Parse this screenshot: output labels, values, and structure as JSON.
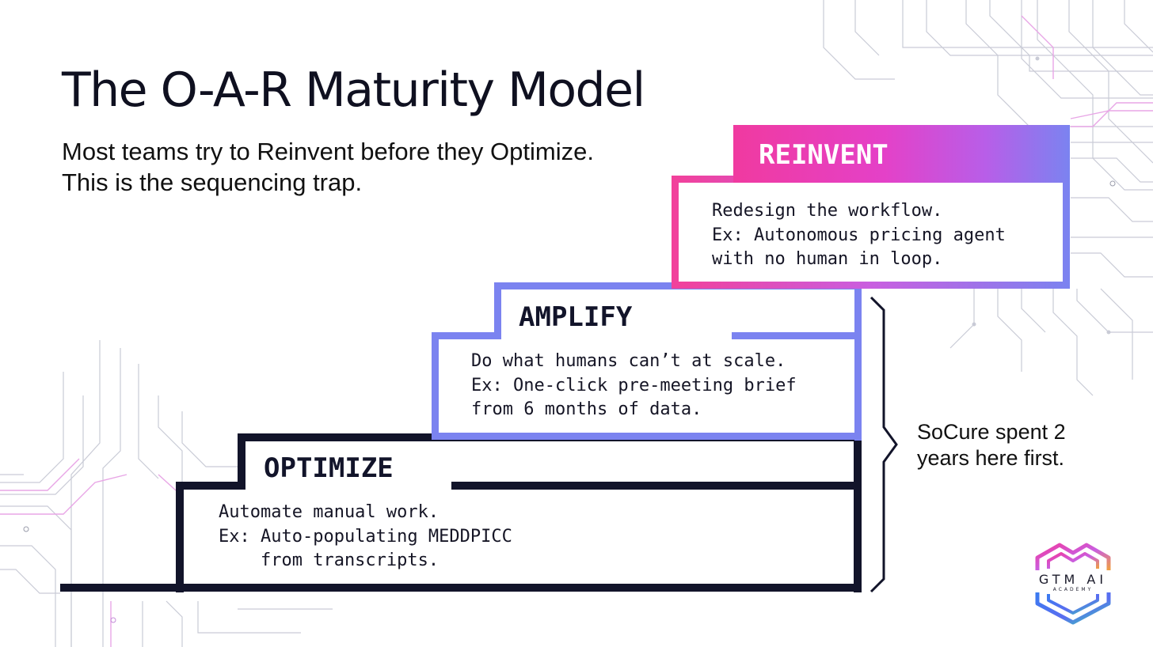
{
  "title": "The O-A-R Maturity Model",
  "subtitle": "Most teams try to Reinvent before they Optimize. This is the sequencing trap.",
  "stages": [
    {
      "label": "OPTIMIZE",
      "description": "Automate manual work.\nEx: Auto-populating MEDDPICC\n    from transcripts.",
      "color": "#12142a"
    },
    {
      "label": "AMPLIFY",
      "description": "Do what humans can’t at scale.\nEx: One-click pre-meeting brief\nfrom 6 months of data.",
      "color": "#7b83f0"
    },
    {
      "label": "REINVENT",
      "description": "Redesign the workflow.\nEx: Autonomous pricing agent\nwith no human in loop.",
      "color_start": "#f03aa0",
      "color_end": "#7b83f0"
    }
  ],
  "note": "SoCure spent 2 years here first.",
  "logo": {
    "text": "GTM AI",
    "subtext": "ACADEMY"
  }
}
